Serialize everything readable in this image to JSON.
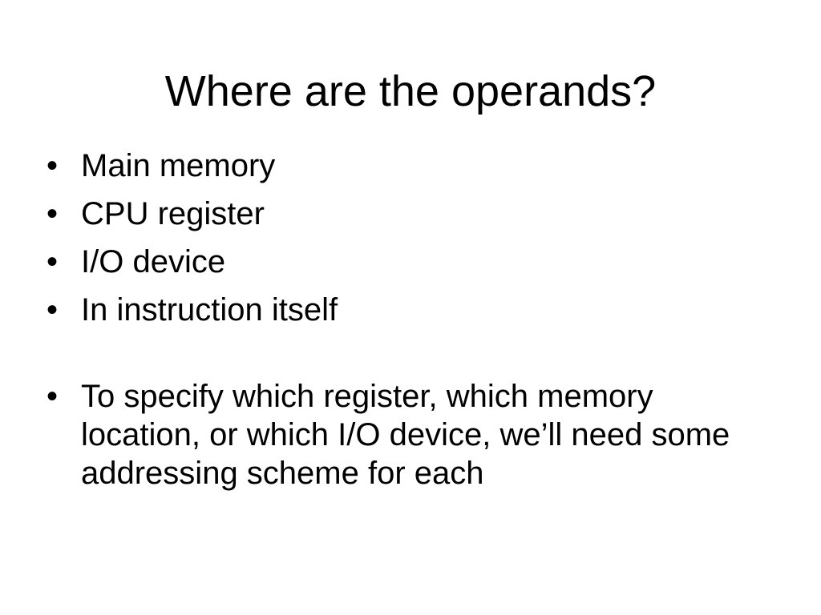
{
  "slide": {
    "title": "Where are the operands?",
    "bullet_symbol": "•",
    "bullets": [
      "Main memory",
      "CPU register",
      "I/O device",
      "In instruction itself",
      "To specify which register, which memory location, or which I/O device, we’ll need some addressing scheme for each"
    ]
  }
}
